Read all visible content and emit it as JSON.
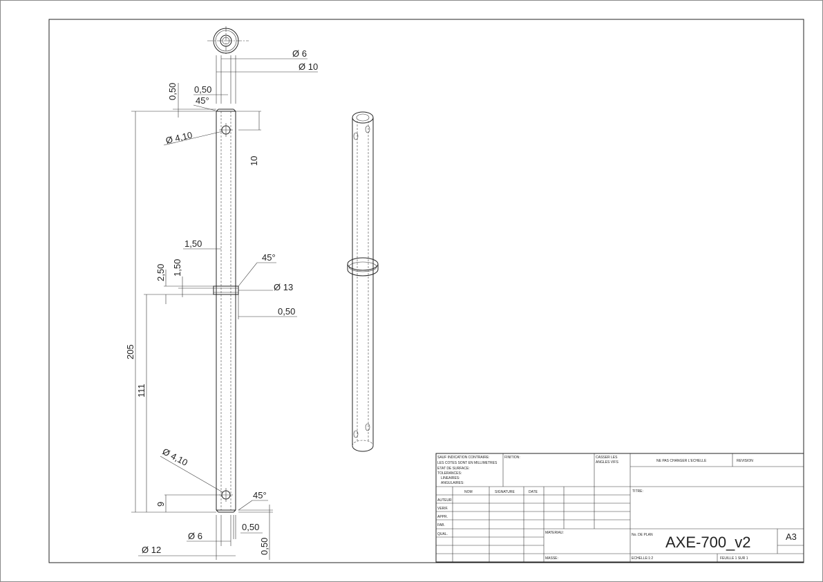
{
  "drawing": {
    "dimensions": {
      "d6_top": "Ø 6",
      "d10_top": "Ø 10",
      "c050_vert": "0,50",
      "c050_horiz": "0,50",
      "chamfer_top": "45°",
      "hole_top": "Ø 4,10",
      "len_10": "10",
      "len_150": "1,50",
      "chamfer_mid": "45°",
      "len_250": "2,50",
      "len_150_vert": "1,50",
      "d13": "Ø 13",
      "len_050_mid": "0,50",
      "total_205": "205",
      "len_111": "111",
      "hole_bottom": "Ø 4,10",
      "len_9": "9",
      "chamfer_bot": "45°",
      "len_050_bot": "0,50",
      "d6_bot": "Ø 6",
      "d12_bot": "Ø 12",
      "len_050_bot_vert": "0,50"
    }
  },
  "title_block": {
    "general_notes": [
      "SAUF INDICATION CONTRAIRE:",
      "LES COTES SONT EN MILLIMETRES",
      "ETAT DE SURFACE:",
      "TOLERANCES:",
      "LINEAIRES:",
      "ANGULAIRES:"
    ],
    "finition_label": "FINITION:",
    "casser_label": [
      "CASSER LES",
      "ANGLES VIFS"
    ],
    "ne_pas_changer": "NE PAS CHANGER L'ECHELLE",
    "revision_label": "REVISION",
    "col_nom": "NOM",
    "col_signature": "SIGNATURE",
    "col_date": "DATE",
    "rows": [
      "AUTEUR",
      "VERIF.",
      "APPR.",
      "FAB.",
      "QUAL."
    ],
    "titre_label": "TITRE:",
    "materiau_label": "MATERIAU:",
    "no_plan_label": "No. DE PLAN",
    "plan_number": "AXE-700_v2",
    "format": "A3",
    "masse_label": "MASSE:",
    "echelle_label": "ECHELLE:1:2",
    "feuille_label": "FEUILLE 1 SUR 1"
  }
}
